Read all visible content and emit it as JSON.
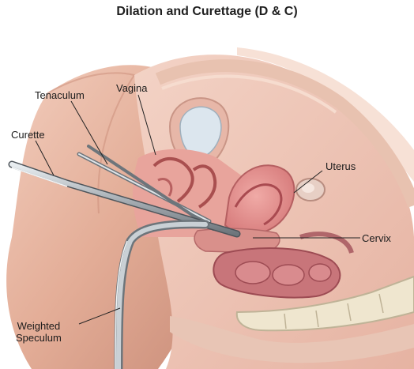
{
  "title": "Dilation and Curettage (D & C)",
  "labels": {
    "tenaculum": "Tenaculum",
    "vagina": "Vagina",
    "curette": "Curette",
    "uterus": "Uterus",
    "cervix": "Cervix",
    "weighted_speculum_line1": "Weighted",
    "weighted_speculum_line2": "Speculum"
  },
  "colors": {
    "skin": "#e3ad97",
    "skin_shadow": "#c98c78",
    "tissue_pink": "#e9a9a5",
    "uterus": "#e7928f",
    "bladder": "#dce6ee",
    "intestine": "#c8757a",
    "instrument": "#a9b0b6",
    "bone": "#efe6cf"
  }
}
